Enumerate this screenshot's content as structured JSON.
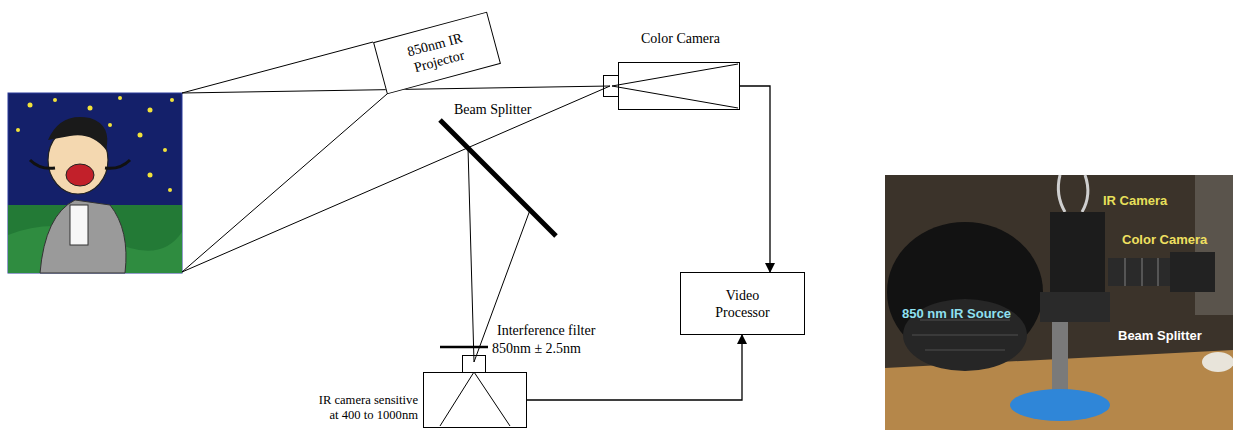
{
  "diagram": {
    "nodes": [
      {
        "text": [
          "850nm IR Projector"
        ]
      },
      {
        "text": [
          "Color Camera"
        ]
      },
      {
        "text": [
          "Video Processor"
        ]
      },
      {
        "text": [
          "IR camera sensitive at 400 to 1000nm"
        ]
      }
    ],
    "edges": [
      {
        "from": 1,
        "to": 2,
        "arrow": "to"
      },
      {
        "from": 3,
        "to": 2,
        "arrow": "to"
      }
    ],
    "labels": [
      "Beam Splitter",
      "Interference filter",
      "850nm ± 2.5nm",
      "IR Camera",
      "Color Camera",
      "850 nm IR Source",
      "Beam Splitter"
    ]
  }
}
